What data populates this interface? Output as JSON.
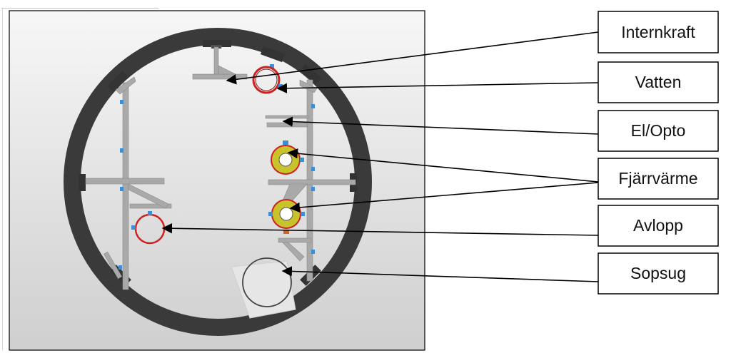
{
  "labels": {
    "internkraft": "Internkraft",
    "vatten": "Vatten",
    "el_opto": "El/Opto",
    "fjarrvarme": "Fjärrvärme",
    "avlopp": "Avlopp",
    "sopsug": "Sopsug"
  },
  "colors": {
    "panel_top": "#f7f7f7",
    "panel_bottom": "#d0d0d0",
    "tunnel_ring": "#3a3a3a",
    "steel": "#a9a9a9",
    "pipe_red": "#cc2222",
    "insulation": "#c8c32a",
    "clamp_blue": "#3a8fd6",
    "text": "#111111"
  },
  "icons": {
    "arrowhead": "arrowhead-icon"
  }
}
